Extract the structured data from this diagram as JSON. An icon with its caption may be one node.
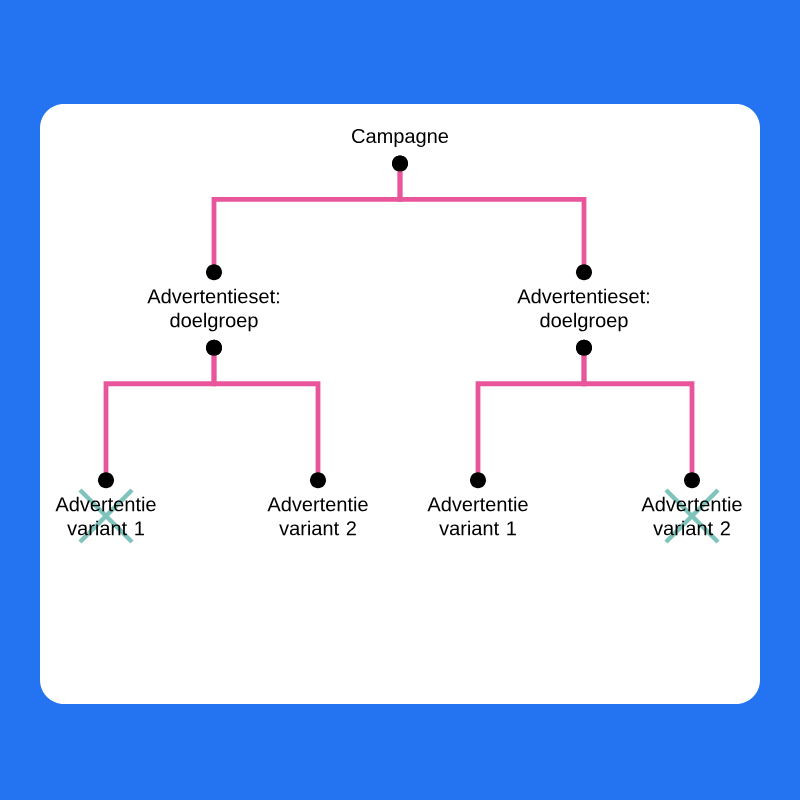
{
  "diagram": {
    "nodes": [
      {
        "text": [
          "Campagne"
        ]
      },
      {
        "text": [
          "Advertentieset: doelgroep"
        ]
      },
      {
        "text": [
          "Advertentieset: doelgroep"
        ]
      },
      {
        "text": [
          "Advertentie variant 1"
        ]
      },
      {
        "text": [
          "Advertentie variant 2"
        ]
      },
      {
        "text": [
          "Advertentie variant 1"
        ]
      },
      {
        "text": [
          "Advertentie variant 2"
        ]
      }
    ],
    "edges": [
      {
        "from": 0,
        "to": 1,
        "arrow": "other"
      },
      {
        "from": 0,
        "to": 2,
        "arrow": "other"
      },
      {
        "from": 1,
        "to": 3,
        "arrow": "other"
      },
      {
        "from": 1,
        "to": 4,
        "arrow": "other"
      },
      {
        "from": 2,
        "to": 5,
        "arrow": "other"
      },
      {
        "from": 2,
        "to": 6,
        "arrow": "other"
      }
    ]
  }
}
